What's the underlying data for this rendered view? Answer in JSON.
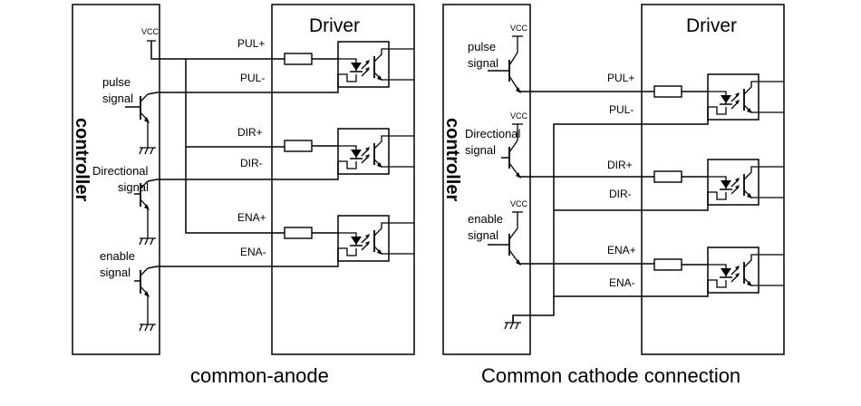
{
  "left": {
    "controller_label": "controller",
    "driver_title": "Driver",
    "vcc": "VCC",
    "signals": [
      {
        "line1": "pulse",
        "line2": "signal"
      },
      {
        "line1": "Directional",
        "line2": "signal"
      },
      {
        "line1": "enable",
        "line2": "signal"
      }
    ],
    "pins": [
      "PUL+",
      "PUL-",
      "DIR+",
      "DIR-",
      "ENA+",
      "ENA-"
    ],
    "caption": "common-anode"
  },
  "right": {
    "controller_label": "controller",
    "driver_title": "Driver",
    "vcc": [
      "VCC",
      "VCC",
      "VCC"
    ],
    "signals": [
      {
        "line1": "pulse",
        "line2": "signal"
      },
      {
        "line1": "Directional",
        "line2": "signal"
      },
      {
        "line1": "enable",
        "line2": "signal"
      }
    ],
    "pins": [
      "PUL+",
      "PUL-",
      "DIR+",
      "DIR-",
      "ENA+",
      "ENA-"
    ],
    "caption": "Common cathode connection"
  }
}
